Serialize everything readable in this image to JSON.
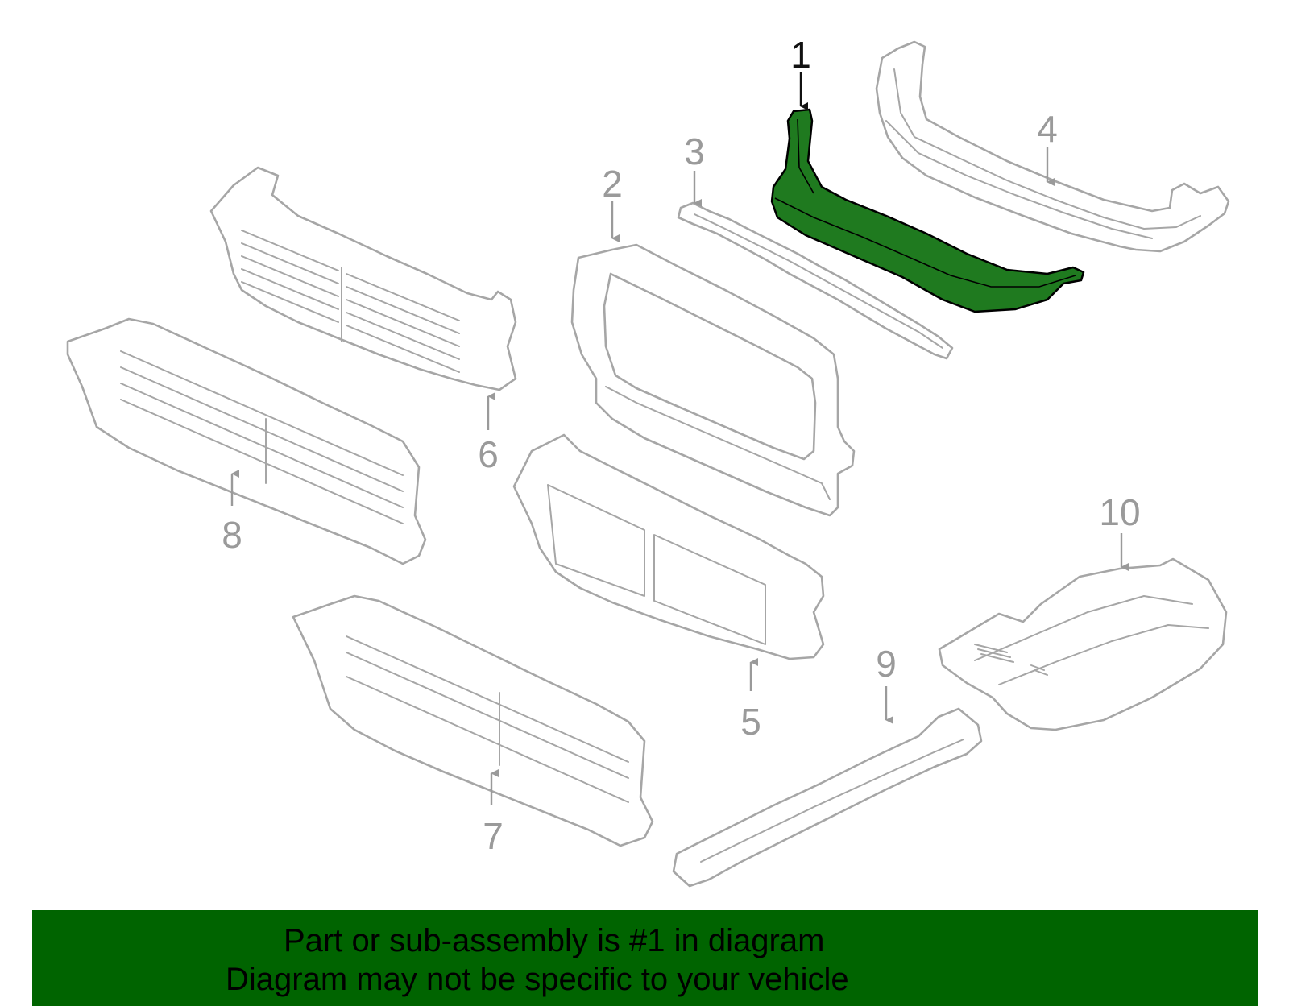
{
  "diagram": {
    "highlight_color": "#1f7a1f",
    "outline_color": "#a6a6a6",
    "callouts": [
      {
        "label": "1",
        "highlighted": true
      },
      {
        "label": "2",
        "highlighted": false
      },
      {
        "label": "3",
        "highlighted": false
      },
      {
        "label": "4",
        "highlighted": false
      },
      {
        "label": "5",
        "highlighted": false
      },
      {
        "label": "6",
        "highlighted": false
      },
      {
        "label": "7",
        "highlighted": false
      },
      {
        "label": "8",
        "highlighted": false
      },
      {
        "label": "9",
        "highlighted": false
      },
      {
        "label": "10",
        "highlighted": false
      }
    ]
  },
  "banner": {
    "color": "#006400",
    "line1": "Part or sub-assembly is #1 in diagram",
    "line2": "Diagram may not be specific to your vehicle"
  }
}
